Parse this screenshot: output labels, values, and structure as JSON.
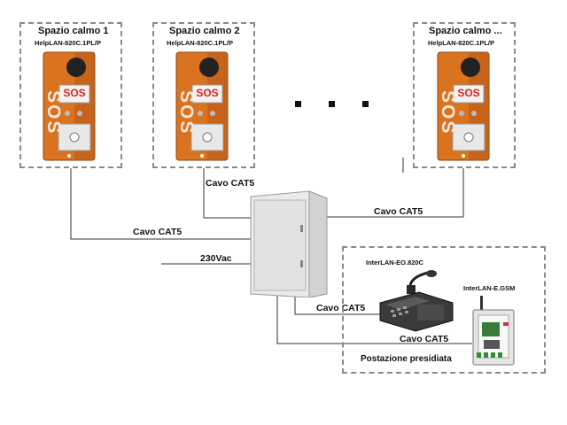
{
  "calm_spaces": [
    {
      "title": "Spazio calmo 1",
      "model": "HelpLAN-820C.1PL/P"
    },
    {
      "title": "Spazio calmo 2",
      "model": "HelpLAN-820C.1PL/P"
    },
    {
      "title": "Spazio calmo ...",
      "model": "HelpLAN-820C.1PL/P"
    }
  ],
  "panel_texts": {
    "sos_side": "SOS",
    "sos_badge": "SOS"
  },
  "cables": {
    "cable_space1": "Cavo CAT5",
    "cable_space2": "Cavo CAT5",
    "cable_space3": "Cavo CAT5",
    "power": "230Vac",
    "cable_console": "Cavo CAT5",
    "cable_gsm": "Cavo CAT5"
  },
  "station": {
    "console_label": "InterLAN-EO.820C",
    "gsm_label": "InterLAN-E.GSM",
    "caption": "Postazione presidiata"
  },
  "colors": {
    "panel_orange": "#d9731f",
    "dash": "#8a8a8a",
    "cabinet": "#e4e4e4"
  }
}
